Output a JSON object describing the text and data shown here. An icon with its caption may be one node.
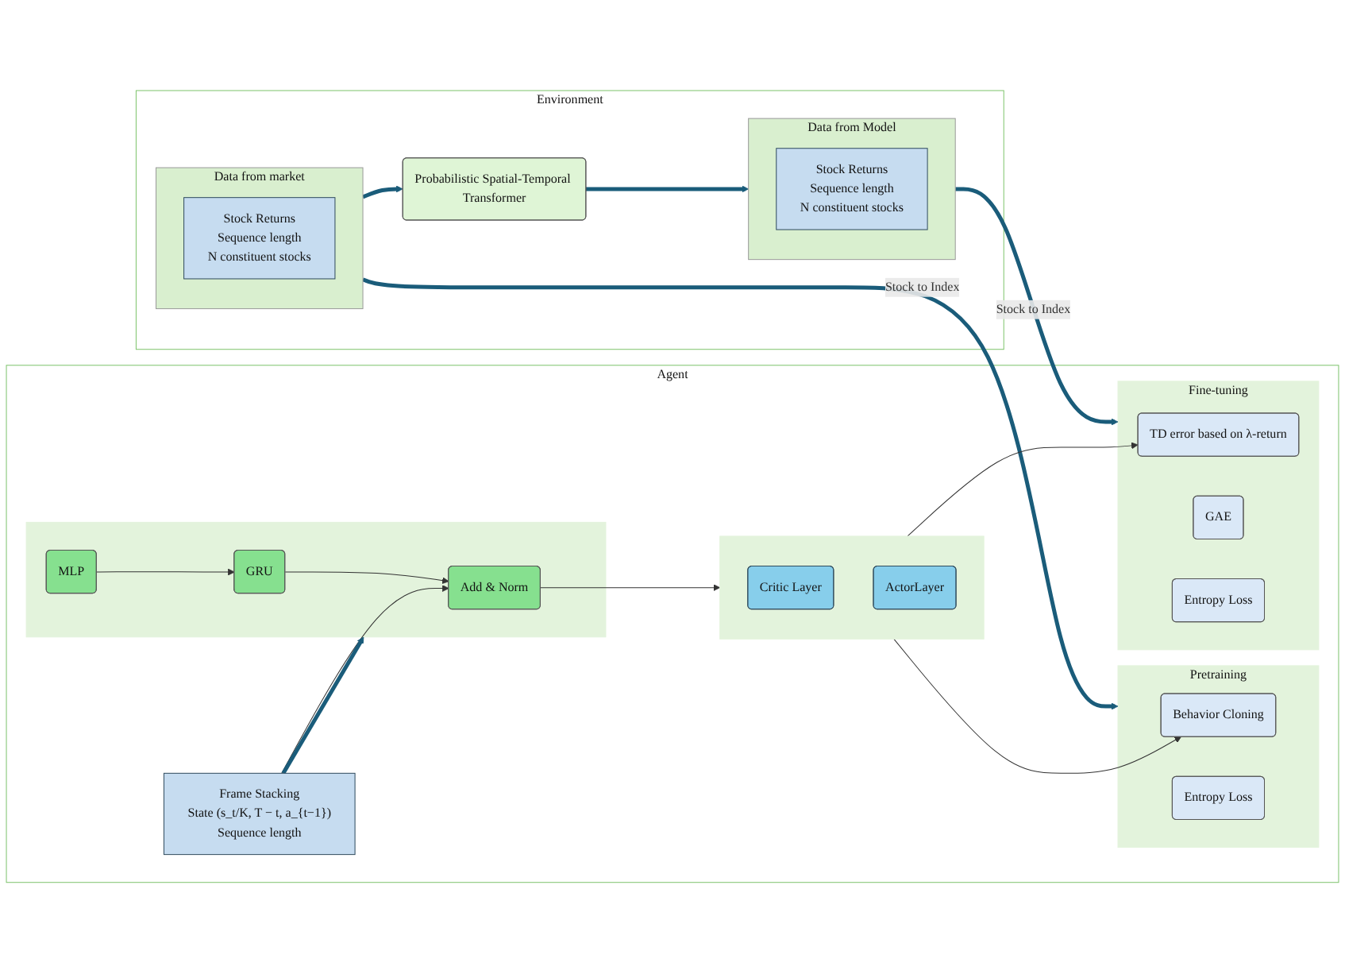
{
  "diagram": {
    "nodes": [
      {
        "text": [
          "Environment"
        ]
      },
      {
        "text": [
          "Data from market"
        ],
        "in": 0
      },
      {
        "text": [
          "Stock Returns",
          "Sequence length",
          "N constituent stocks"
        ],
        "in": 1
      },
      {
        "text": [
          "Probabilistic Spatial-Temporal Transformer"
        ],
        "in": 0
      },
      {
        "text": [
          "Data from Model"
        ],
        "in": 0
      },
      {
        "text": [
          "Stock Returns",
          "Sequence length",
          "N constituent stocks"
        ],
        "in": 4
      },
      {
        "text": [
          "Agent"
        ]
      },
      {
        "text": [
          "Pretraining"
        ],
        "in": 6
      },
      {
        "text": [
          "Behavior Cloning"
        ],
        "in": 7
      },
      {
        "text": [
          "Entropy Loss"
        ],
        "in": 7
      },
      {
        "text": [
          "Fine-tuning"
        ],
        "in": 6
      },
      {
        "text": [
          "TD error based on λ-return"
        ],
        "in": 10
      },
      {
        "text": [
          "GAE"
        ],
        "in": 10
      },
      {
        "text": [
          "Entropy Loss"
        ],
        "in": 10
      },
      {
        "text": [],
        "shape": "box",
        "in": 6
      },
      {
        "text": [
          "Critic Layer"
        ],
        "in": 14
      },
      {
        "text": [
          "ActorLayer"
        ],
        "in": 14
      },
      {
        "text": [],
        "shape": "box",
        "in": 6
      },
      {
        "text": [
          "Add & Norm"
        ],
        "in": 17
      },
      {
        "text": [
          "GRU"
        ],
        "in": 17
      },
      {
        "text": [
          "MLP"
        ],
        "in": 17
      },
      {
        "text": [
          "Frame Stacking",
          "State (s_t/K, T − t, a_{t−1})",
          "Sequence length"
        ],
        "in": 6
      }
    ],
    "edges": [
      {
        "from": 1,
        "to": 3,
        "arrow": "to",
        "style": "thick",
        "color": "#1a5c7a"
      },
      {
        "from": 3,
        "to": 4,
        "arrow": "to",
        "style": "thick",
        "color": "#1a5c7a"
      },
      {
        "from": 1,
        "to": 7,
        "arrow": "to",
        "label": "Stock to Index",
        "style": "thick",
        "color": "#1a5c7a"
      },
      {
        "from": 4,
        "to": 10,
        "arrow": "to",
        "label": "Stock to Index",
        "style": "thick",
        "color": "#1a5c7a"
      },
      {
        "from": 14,
        "to": 8,
        "arrow": "to"
      },
      {
        "from": 14,
        "to": 11,
        "arrow": "to"
      },
      {
        "from": 21,
        "to": 17,
        "arrow": "to",
        "style": "thick",
        "color": "#1a5c7a"
      },
      {
        "from": 20,
        "to": 19,
        "arrow": "to"
      },
      {
        "from": 19,
        "to": 18,
        "arrow": "to"
      },
      {
        "from": 18,
        "to": 14,
        "arrow": "to"
      },
      {
        "from": 21,
        "to": 18,
        "arrow": "to"
      }
    ]
  }
}
